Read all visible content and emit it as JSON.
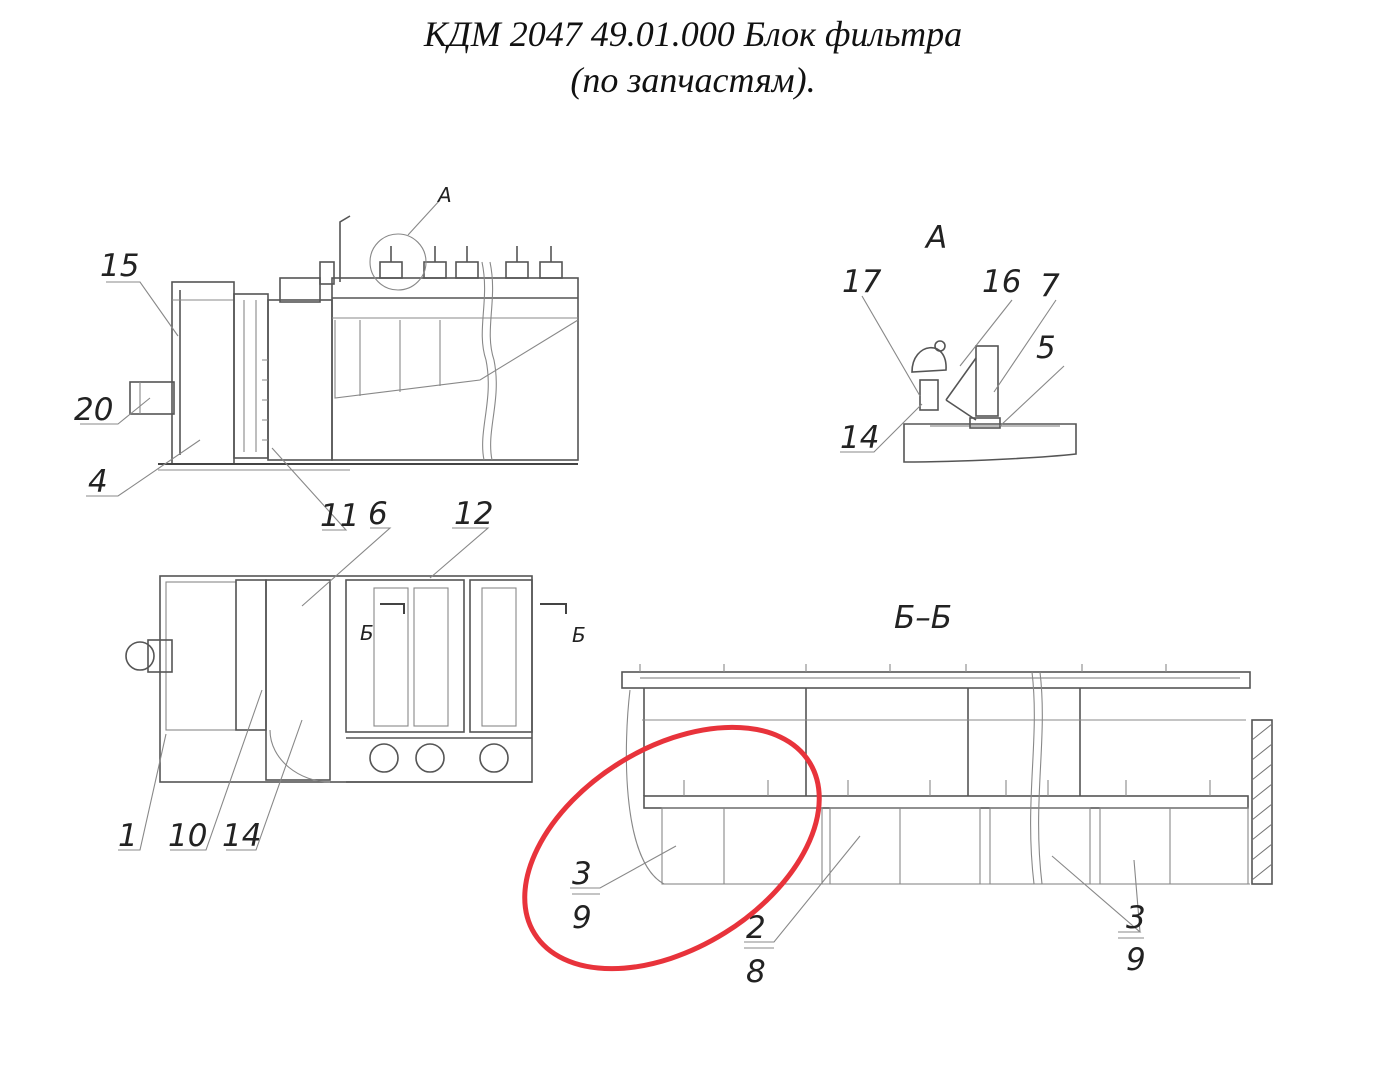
{
  "title": {
    "line1": "КДМ 2047 49.01.000 Блок фильтра",
    "line2": "(по запчастям)."
  },
  "views": {
    "side": {
      "callout_label": "А"
    },
    "detail_a": {
      "heading": "А"
    },
    "top": {
      "section_mark": "Б"
    },
    "section_bb": {
      "heading": "Б–Б"
    }
  },
  "callouts": {
    "c15": "15",
    "c20": "20",
    "c4": "4",
    "c11": "11",
    "c6": "6",
    "c12": "12",
    "c17": "17",
    "c16": "16",
    "c7": "7",
    "c5": "5",
    "c14a": "14",
    "c1": "1",
    "c10": "10",
    "c14b": "14",
    "c3a": "3",
    "c9a": "9",
    "c2": "2",
    "c8": "8",
    "c3b": "3",
    "c9b": "9"
  },
  "highlight": {
    "color": "#e8333b"
  }
}
